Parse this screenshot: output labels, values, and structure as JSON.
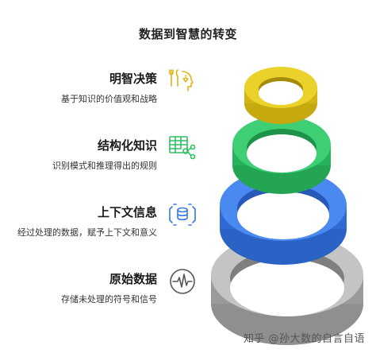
{
  "title": "数据到智慧的转变",
  "levels": [
    {
      "heading": "明智决策",
      "desc": "基于知识的价值观和战略",
      "icon": "head-decision-icon",
      "color": "#e2c61c"
    },
    {
      "heading": "结构化知识",
      "desc": "识别模式和推理得出的规则",
      "icon": "table-network-icon",
      "color": "#2fc36a"
    },
    {
      "heading": "上下文信息",
      "desc": "经过处理的数据，赋予上下文和意义",
      "icon": "database-context-icon",
      "color": "#3579e6"
    },
    {
      "heading": "原始数据",
      "desc": "存储未处理的符号和信号",
      "icon": "signal-wave-icon",
      "color": "#a3a3a3"
    }
  ],
  "watermark": "知乎 @孙大数的自言自语"
}
